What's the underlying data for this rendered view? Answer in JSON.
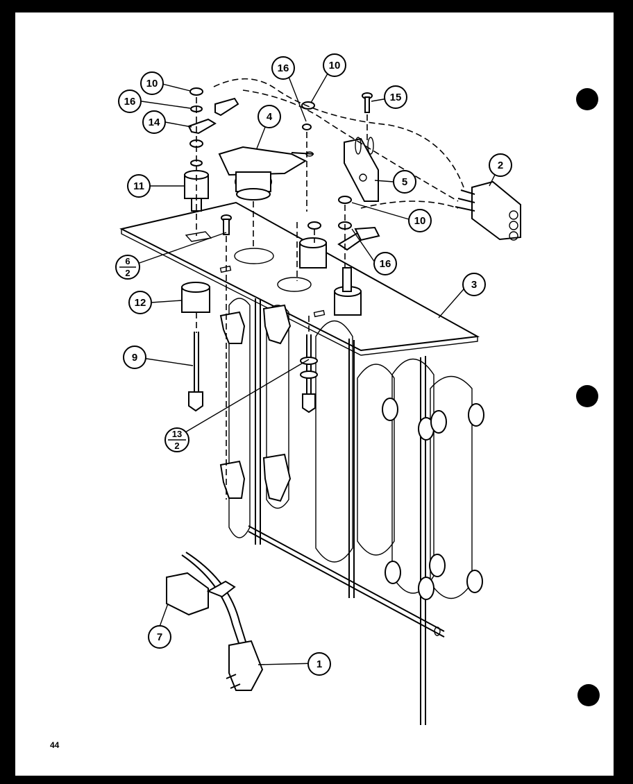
{
  "page": {
    "number": "44"
  },
  "callouts": [
    {
      "id": "c1",
      "label": "1"
    },
    {
      "id": "c2",
      "label": "2"
    },
    {
      "id": "c3",
      "label": "3"
    },
    {
      "id": "c4",
      "label": "4"
    },
    {
      "id": "c5",
      "label": "5"
    },
    {
      "id": "c7",
      "label": "7"
    },
    {
      "id": "c9",
      "label": "9"
    },
    {
      "id": "c10a",
      "label": "10"
    },
    {
      "id": "c10b",
      "label": "10"
    },
    {
      "id": "c10c",
      "label": "10"
    },
    {
      "id": "c11",
      "label": "11"
    },
    {
      "id": "c12",
      "label": "12"
    },
    {
      "id": "c14",
      "label": "14"
    },
    {
      "id": "c15",
      "label": "15"
    },
    {
      "id": "c16a",
      "label": "16"
    },
    {
      "id": "c16b",
      "label": "16"
    },
    {
      "id": "c16c",
      "label": "16"
    }
  ],
  "fraction_callouts": [
    {
      "id": "f6",
      "top": "6",
      "bottom": "2"
    },
    {
      "id": "f13",
      "top": "13",
      "bottom": "2"
    }
  ]
}
